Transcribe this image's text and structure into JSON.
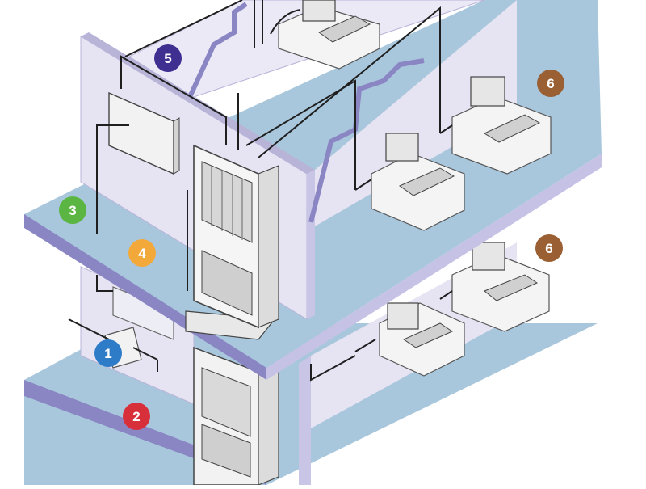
{
  "diagram": {
    "colors": {
      "floor_top": "#a9c7dc",
      "floor_edge": "#8a86c4",
      "wall": "#e6e3f3",
      "wall_edge": "#8a86c4",
      "cable": "#1f1f1f",
      "equipment": "#f2f2f2",
      "equipment_outline": "#555555"
    },
    "labels": [
      {
        "id": "1",
        "text": "1",
        "color": "#2e7cc8"
      },
      {
        "id": "2",
        "text": "2",
        "color": "#d8303b"
      },
      {
        "id": "3",
        "text": "3",
        "color": "#5bb542"
      },
      {
        "id": "4",
        "text": "4",
        "color": "#f3a93a"
      },
      {
        "id": "5",
        "text": "5",
        "color": "#3e2f91"
      },
      {
        "id": "6a",
        "text": "6",
        "color": "#9a6034"
      },
      {
        "id": "6b",
        "text": "6",
        "color": "#9a6034"
      }
    ]
  }
}
